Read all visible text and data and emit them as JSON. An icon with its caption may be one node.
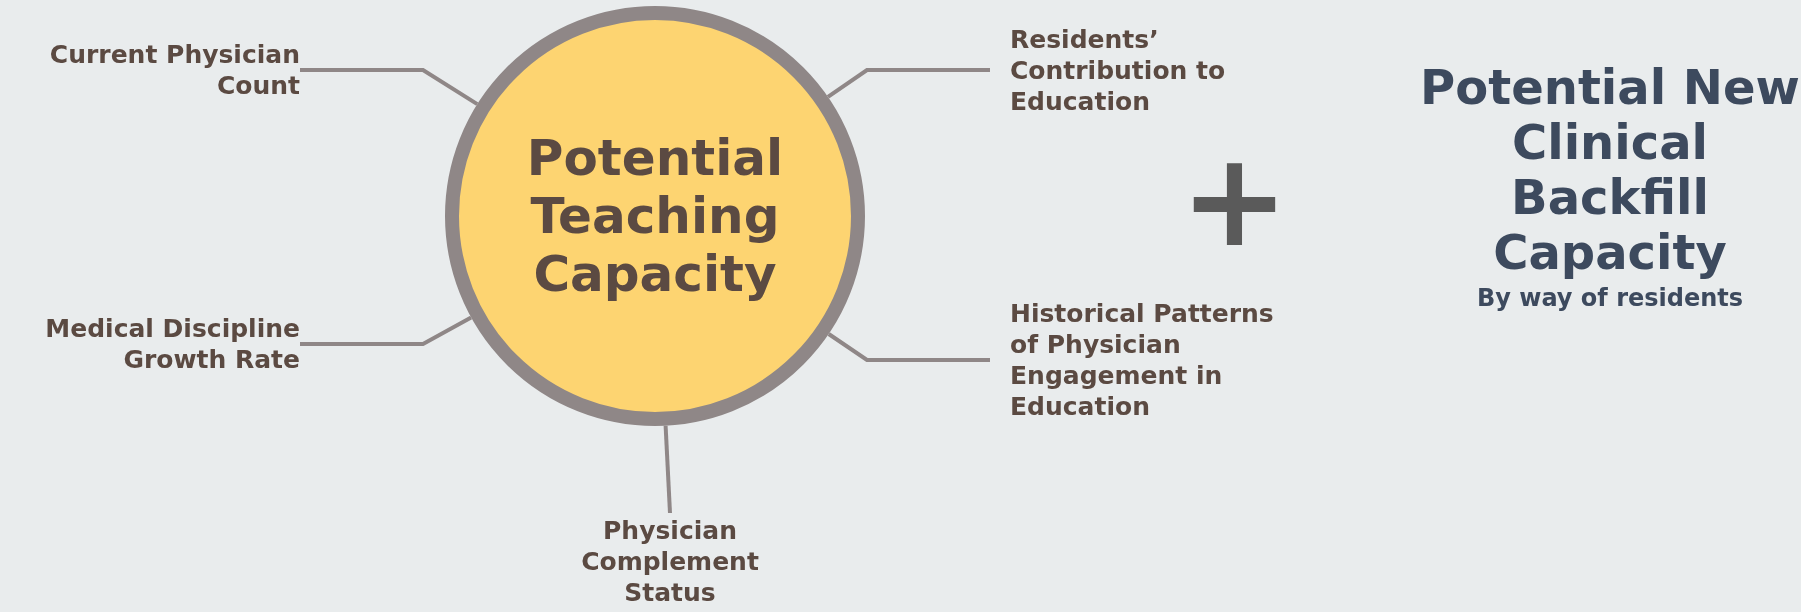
{
  "diagram": {
    "nodes": [
      {
        "text": [
          "Potential Teaching Capacity"
        ]
      },
      {
        "text": [
          "Current Physician Count"
        ]
      },
      {
        "text": [
          "Medical Discipline Growth Rate"
        ]
      },
      {
        "text": [
          "Physician Complement Status"
        ]
      },
      {
        "text": [
          "Residents’ Contribution to Education"
        ]
      },
      {
        "text": [
          "Historical Patterns of Physician Engagement in Education"
        ]
      },
      {
        "text": [
          "Potential New Clinical Backfill Capacity",
          "By way of residents"
        ]
      }
    ],
    "edges": [
      {
        "from": 1,
        "to": 0,
        "arrow": "none"
      },
      {
        "from": 2,
        "to": 0,
        "arrow": "none"
      },
      {
        "from": 3,
        "to": 0,
        "arrow": "none"
      },
      {
        "from": 4,
        "to": 0,
        "arrow": "none"
      },
      {
        "from": 5,
        "to": 0,
        "arrow": "none"
      }
    ],
    "labels": [
      "+"
    ]
  }
}
